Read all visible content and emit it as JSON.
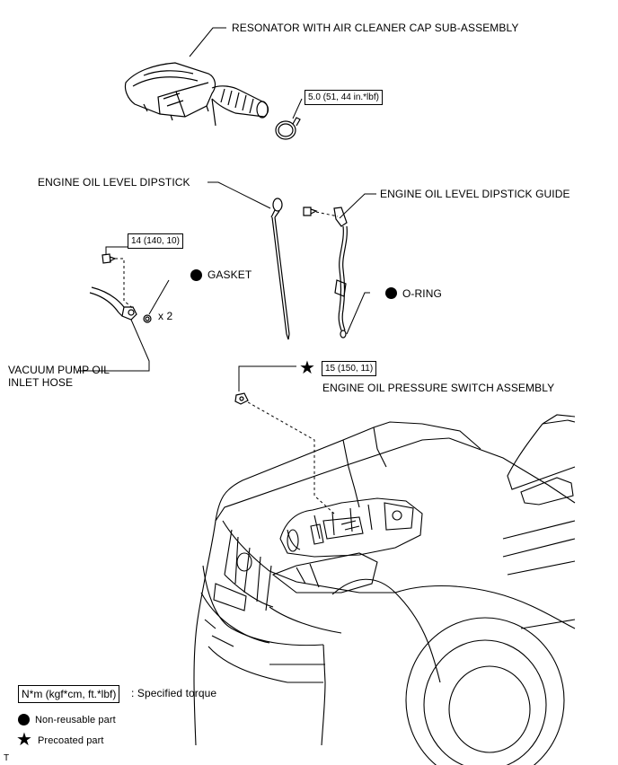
{
  "labels": {
    "resonator": "RESONATOR WITH AIR CLEANER CAP SUB-ASSEMBLY",
    "dipstick": "ENGINE OIL LEVEL DIPSTICK",
    "dipstick_guide": "ENGINE OIL LEVEL DIPSTICK GUIDE",
    "gasket": "GASKET",
    "o_ring": "O-RING",
    "vacuum_hose_line1": "VACUUM PUMP OIL",
    "vacuum_hose_line2": "INLET HOSE",
    "pressure_switch": "ENGINE OIL PRESSURE SWITCH ASSEMBLY",
    "gasket_qty": "x 2"
  },
  "torques": {
    "clamp": "5.0 (51, 44 in.*lbf)",
    "union_bolt": "14 (140, 10)",
    "pressure_switch": "15 (150, 11)"
  },
  "legend": {
    "torque_unit": "N*m (kgf*cm, ft.*lbf)",
    "torque_desc": ": Specified torque",
    "non_reusable": "Non-reusable part",
    "precoated": "Precoated part"
  },
  "corner_mark": "T",
  "icons": {
    "non_reusable": "filled-circle-icon",
    "precoated": "star-icon"
  }
}
